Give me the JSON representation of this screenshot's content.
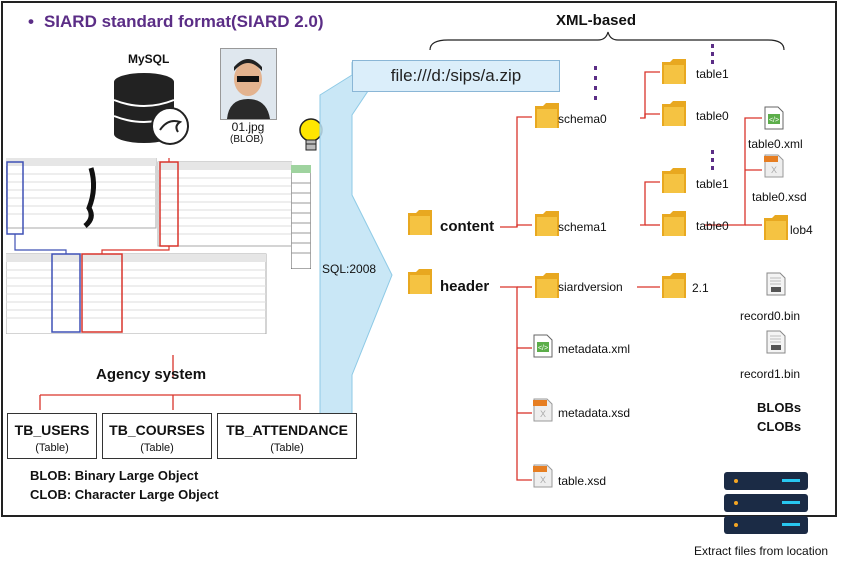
{
  "title": "SIARD standard  format(SIARD 2.0)",
  "mysql_label": "MySQL",
  "photo": {
    "filename": "01.jpg",
    "type": "(BLOB)"
  },
  "url": "file:///d:/sips/a.zip",
  "sql_label": "SQL:2008",
  "xml_based_label": "XML-based",
  "tree": {
    "content": "content",
    "header": "header",
    "schema0": "schema0",
    "schema1": "schema1",
    "siardversion": "siardversion",
    "version_value": "2.1",
    "table1_a": "table1",
    "table0_a": "table0",
    "table1_b": "table1",
    "table0_b": "table0",
    "table0_xml": "table0.xml",
    "table0_xsd": "table0.xsd",
    "lob4": "lob4",
    "record0": "record0.bin",
    "record1": "record1.bin",
    "metadata_xml": "metadata.xml",
    "metadata_xsd": "metadata.xsd",
    "table_xsd": "table.xsd"
  },
  "blobs_clobs": [
    "BLOBs",
    "CLOBs"
  ],
  "agency": {
    "title": "Agency system",
    "tables": [
      {
        "name": "TB_USERS",
        "sub": "(Table)"
      },
      {
        "name": "TB_COURSES",
        "sub": "(Table)"
      },
      {
        "name": "TB_ATTENDANCE",
        "sub": "(Table)"
      }
    ]
  },
  "definitions": [
    "BLOB: Binary Large Object",
    "CLOB: Character Large Object"
  ],
  "extract_label": "Extract files from location",
  "colors": {
    "title": "#5b2d86",
    "folder": "#f5c342",
    "url_bg": "#dbeefa",
    "funnel": "#bfe3f5",
    "red": "#d9342b",
    "blue": "#3f51b5"
  },
  "icons": [
    "mysql-database-icon",
    "lightbulb-icon",
    "folder-icon",
    "xml-file-icon",
    "xsd-file-icon",
    "bin-file-icon",
    "server-icon"
  ]
}
